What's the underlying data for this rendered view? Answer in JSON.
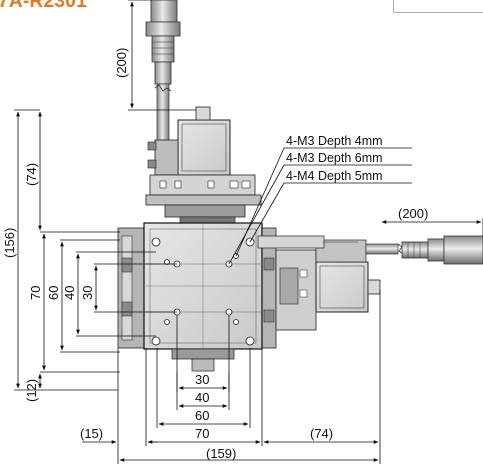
{
  "model": "7A-R2301",
  "callouts": [
    "4-M3 Depth 4mm",
    "4-M3 Depth 6mm",
    "4-M4 Depth 5mm"
  ],
  "dimensions": {
    "cable_top": "(200)",
    "motor_top": "(74)",
    "overall_height": "(156)",
    "left_70": "70",
    "left_60": "60",
    "left_40": "40",
    "left_30": "30",
    "bottom_12": "(12)",
    "cable_right": "(200)",
    "bot_30": "30",
    "bot_40": "40",
    "bot_60": "60",
    "bot_70": "70",
    "bot_15": "(15)",
    "bot_74": "(74)",
    "overall_width": "(159)"
  },
  "colors": {
    "title": "#e8761e",
    "line": "#111111",
    "metal": "#cfcfcf",
    "metal_dark": "#6a6a6a"
  }
}
